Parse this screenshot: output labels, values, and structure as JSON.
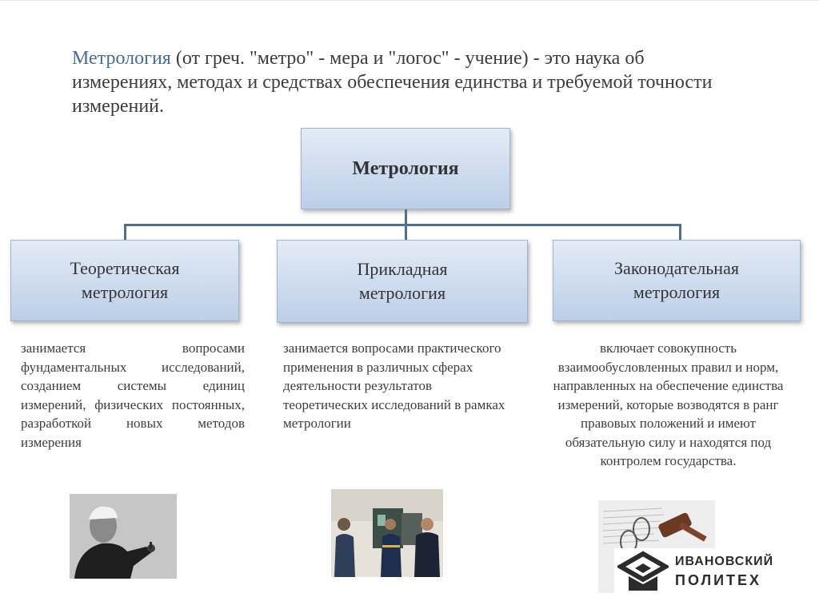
{
  "intro": {
    "term": "Метрология",
    "rest": " (от греч. \"метро\" - мера и \"логос\" - учение) - это наука об измерениях, методах и средствах обеспечения единства и требуемой точности измерений."
  },
  "diagram": {
    "root": "Метрология",
    "branches": [
      {
        "line1": "Теоретическая",
        "line2": "метрология",
        "description": "занимается вопросами фундаментальных исследований, созданием системы единиц измерений, физических постоянных, разработкой новых методов измерения"
      },
      {
        "line1": "Прикладная",
        "line2": "метрология",
        "description": "занимается вопросами практического применения в различных сферах деятельности результатов теоретических исследований в рамках метрологии"
      },
      {
        "line1": "Законодательная",
        "line2": "метрология",
        "description": "включает совокупность взаимообусловленных правил и норм, направленных на обеспечение единства измерений, которые возводятся в ранг правовых положений и имеют обязательную силу и находятся под контролем государства."
      }
    ]
  },
  "logo": {
    "line1": "ИВАНОВСКИЙ",
    "line2": "ПОЛИТЕХ"
  },
  "colors": {
    "accent": "#4a6b93",
    "box_top": "#e3ebf6",
    "box_bottom": "#bccfe8",
    "connector": "#4f6f95"
  }
}
